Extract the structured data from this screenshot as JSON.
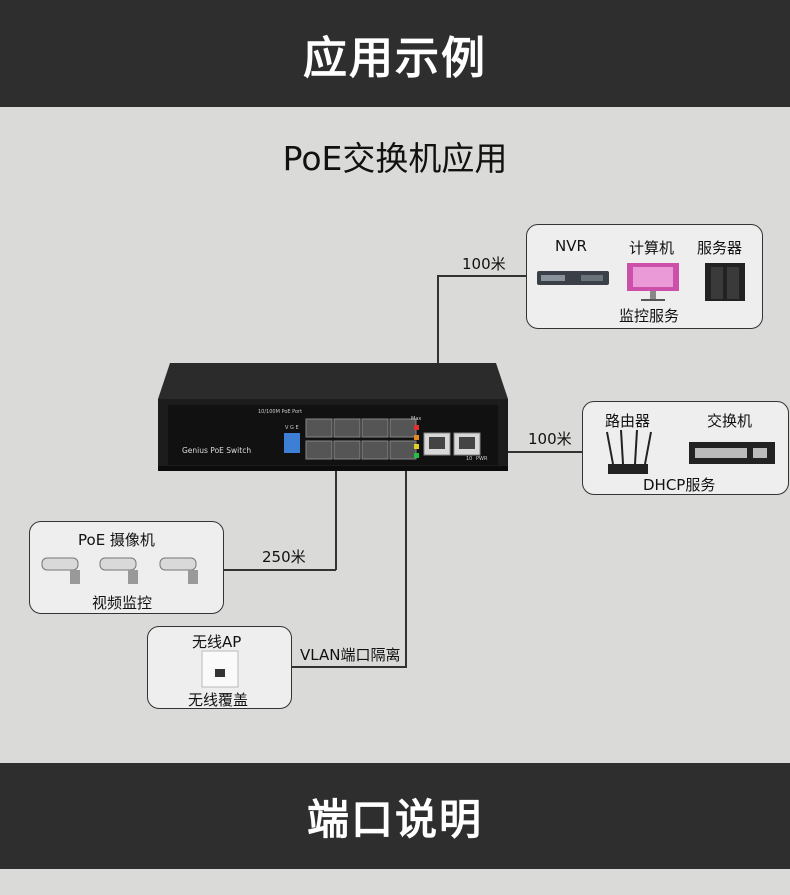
{
  "header": {
    "title": "应用示例"
  },
  "subtitle": "PoE交换机应用",
  "switch": {
    "model_label": "Genius PoE Switch",
    "port_label": "10/100M PoE Port",
    "vge_label": "V G E",
    "max_label": "Max",
    "uplink_label": "10",
    "pwr_label": "PWR"
  },
  "top_group": {
    "nvr": "NVR",
    "computer": "计算机",
    "server": "服务器",
    "caption": "监控服务",
    "link": "100米"
  },
  "right_group": {
    "router": "路由器",
    "switch": "交换机",
    "caption": "DHCP服务",
    "link": "100米"
  },
  "camera_group": {
    "title": "PoE 摄像机",
    "caption": "视频监控",
    "link": "250米"
  },
  "ap_group": {
    "title": "无线AP",
    "caption": "无线覆盖",
    "link": "VLAN端口隔离"
  },
  "footer": {
    "title": "端口说明"
  },
  "colors": {
    "dark_bar": "#2e2e2e",
    "background": "#dadbd9",
    "box_fill": "#eeeeee"
  }
}
